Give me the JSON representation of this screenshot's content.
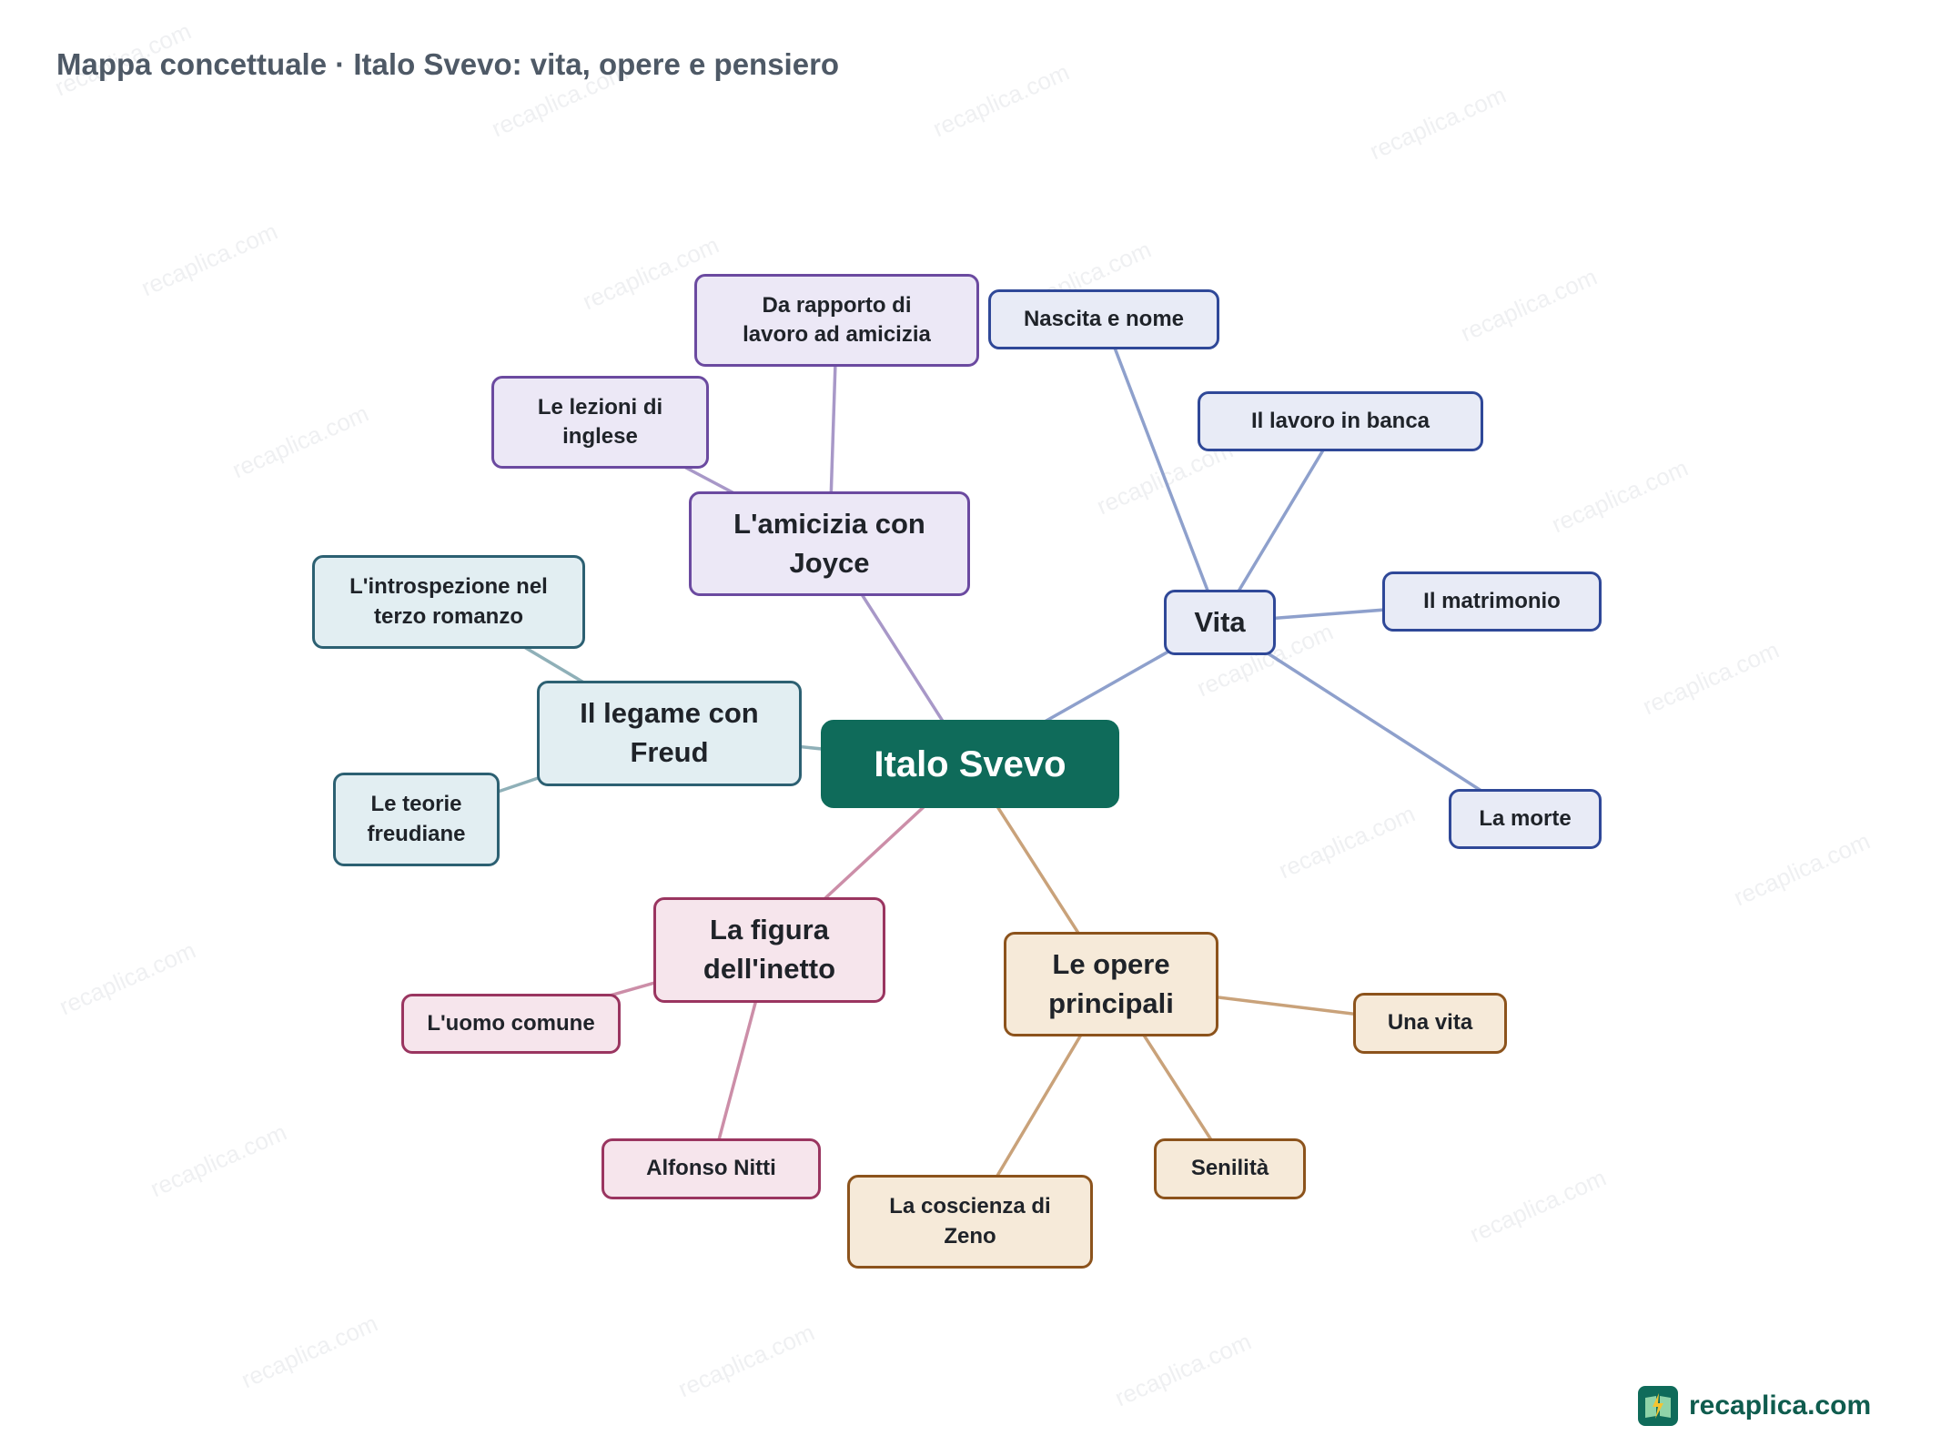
{
  "title": "Mappa concettuale · Italo Svevo: vita, opere e pensiero",
  "watermark": "recaplica.com",
  "brand": {
    "name": "recaplica.com",
    "icon": "book-lightning-icon"
  },
  "colors": {
    "root": "#0f6b5a",
    "purple": "#6b4aa0",
    "blue": "#2f4898",
    "teal": "#2c6072",
    "pink": "#9a3560",
    "brown": "#8c531c"
  },
  "nodes": {
    "root": "Italo Svevo",
    "amicizia": "L'amicizia con Joyce",
    "rapporto": "Da rapporto di lavoro ad amicizia",
    "lezioni": "Le lezioni di inglese",
    "vita": "Vita",
    "nascita": "Nascita e nome",
    "banca": "Il lavoro in banca",
    "matrimonio": "Il matrimonio",
    "morte": "La morte",
    "freud": "Il legame con Freud",
    "introspezione": "L'introspezione nel terzo romanzo",
    "teorie": "Le teorie freudiane",
    "inetto": "La figura dell'inetto",
    "uomo": "L'uomo comune",
    "nitti": "Alfonso Nitti",
    "opere": "Le opere principali",
    "unavita": "Una vita",
    "senilita": "Senilità",
    "coscienza": "La coscienza di Zeno"
  },
  "edges": [
    [
      "root",
      "amicizia"
    ],
    [
      "amicizia",
      "rapporto"
    ],
    [
      "amicizia",
      "lezioni"
    ],
    [
      "root",
      "vita"
    ],
    [
      "vita",
      "nascita"
    ],
    [
      "vita",
      "banca"
    ],
    [
      "vita",
      "matrimonio"
    ],
    [
      "vita",
      "morte"
    ],
    [
      "root",
      "freud"
    ],
    [
      "freud",
      "introspezione"
    ],
    [
      "freud",
      "teorie"
    ],
    [
      "root",
      "inetto"
    ],
    [
      "inetto",
      "uomo"
    ],
    [
      "inetto",
      "nitti"
    ],
    [
      "root",
      "opere"
    ],
    [
      "opere",
      "unavita"
    ],
    [
      "opere",
      "senilita"
    ],
    [
      "opere",
      "coscienza"
    ]
  ]
}
